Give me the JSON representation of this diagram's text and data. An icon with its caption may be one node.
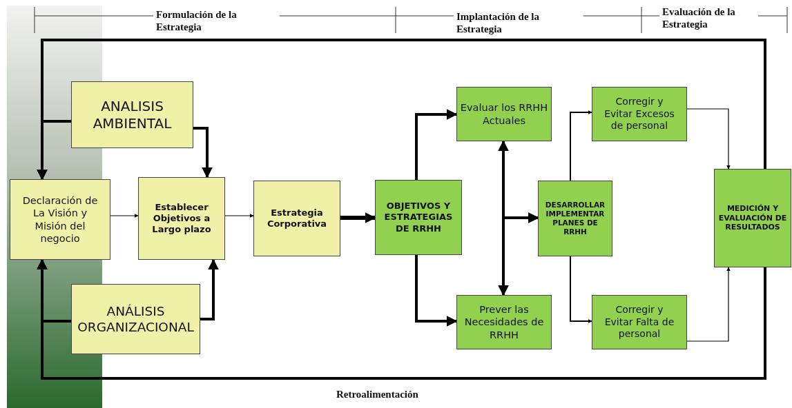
{
  "diagram": {
    "nodes": [
      {
        "text": [
          "ANALISIS AMBIENTAL"
        ]
      },
      {
        "text": [
          "Declaración de La Visión y Misión del negocio"
        ]
      },
      {
        "text": [
          "Establecer Objetivos a Largo plazo"
        ]
      },
      {
        "text": [
          "Estrategia Corporativa"
        ]
      },
      {
        "text": [
          "OBJETIVOS Y ESTRATEGIAS DE RRHH"
        ]
      },
      {
        "text": [
          "Evaluar los RRHH Actuales"
        ]
      },
      {
        "text": [
          "Prever las Necesidades de RRHH"
        ]
      },
      {
        "text": [
          "DESARROLLAR IMPLEMENTAR PLANES DE RRHH"
        ]
      },
      {
        "text": [
          "Corregir y Evitar Excesos de personal"
        ]
      },
      {
        "text": [
          "Corregir y Evitar Falta de personal"
        ]
      },
      {
        "text": [
          "MEDICIÓN Y EVALUACIÓN DE RESULTADOS"
        ]
      },
      {
        "text": [
          "ANÁLISIS ORGANIZACIONAL"
        ]
      }
    ],
    "edges": [
      {
        "from": 10,
        "to": 1,
        "arrow": "to"
      },
      {
        "from": 10,
        "to": 1,
        "arrow": "to"
      },
      {
        "from": 0,
        "to": 1,
        "arrow": "to"
      },
      {
        "from": 11,
        "to": 1,
        "arrow": "to"
      },
      {
        "from": 0,
        "to": 2,
        "arrow": "to"
      },
      {
        "from": 11,
        "to": 2,
        "arrow": "to"
      },
      {
        "from": 1,
        "to": 2,
        "arrow": "to"
      },
      {
        "from": 2,
        "to": 3,
        "arrow": "to"
      },
      {
        "from": 3,
        "to": 4,
        "arrow": "to"
      },
      {
        "from": 4,
        "to": 5,
        "arrow": "to"
      },
      {
        "from": 4,
        "to": 6,
        "arrow": "to"
      },
      {
        "from": 5,
        "to": 6,
        "arrow": "both"
      },
      {
        "from": 5,
        "to": 7,
        "arrow": "to"
      },
      {
        "from": 6,
        "to": 7,
        "arrow": "to"
      },
      {
        "from": 7,
        "to": 8,
        "arrow": "to"
      },
      {
        "from": 7,
        "to": 9,
        "arrow": "to"
      },
      {
        "from": 8,
        "to": 10,
        "arrow": "to"
      },
      {
        "from": 9,
        "to": 10,
        "arrow": "to"
      }
    ],
    "labels": [
      "Formulación de la Estrategia",
      "Implantación de la Estrategia",
      "Evaluación de la Estrategia",
      "Retroalimentación"
    ]
  }
}
